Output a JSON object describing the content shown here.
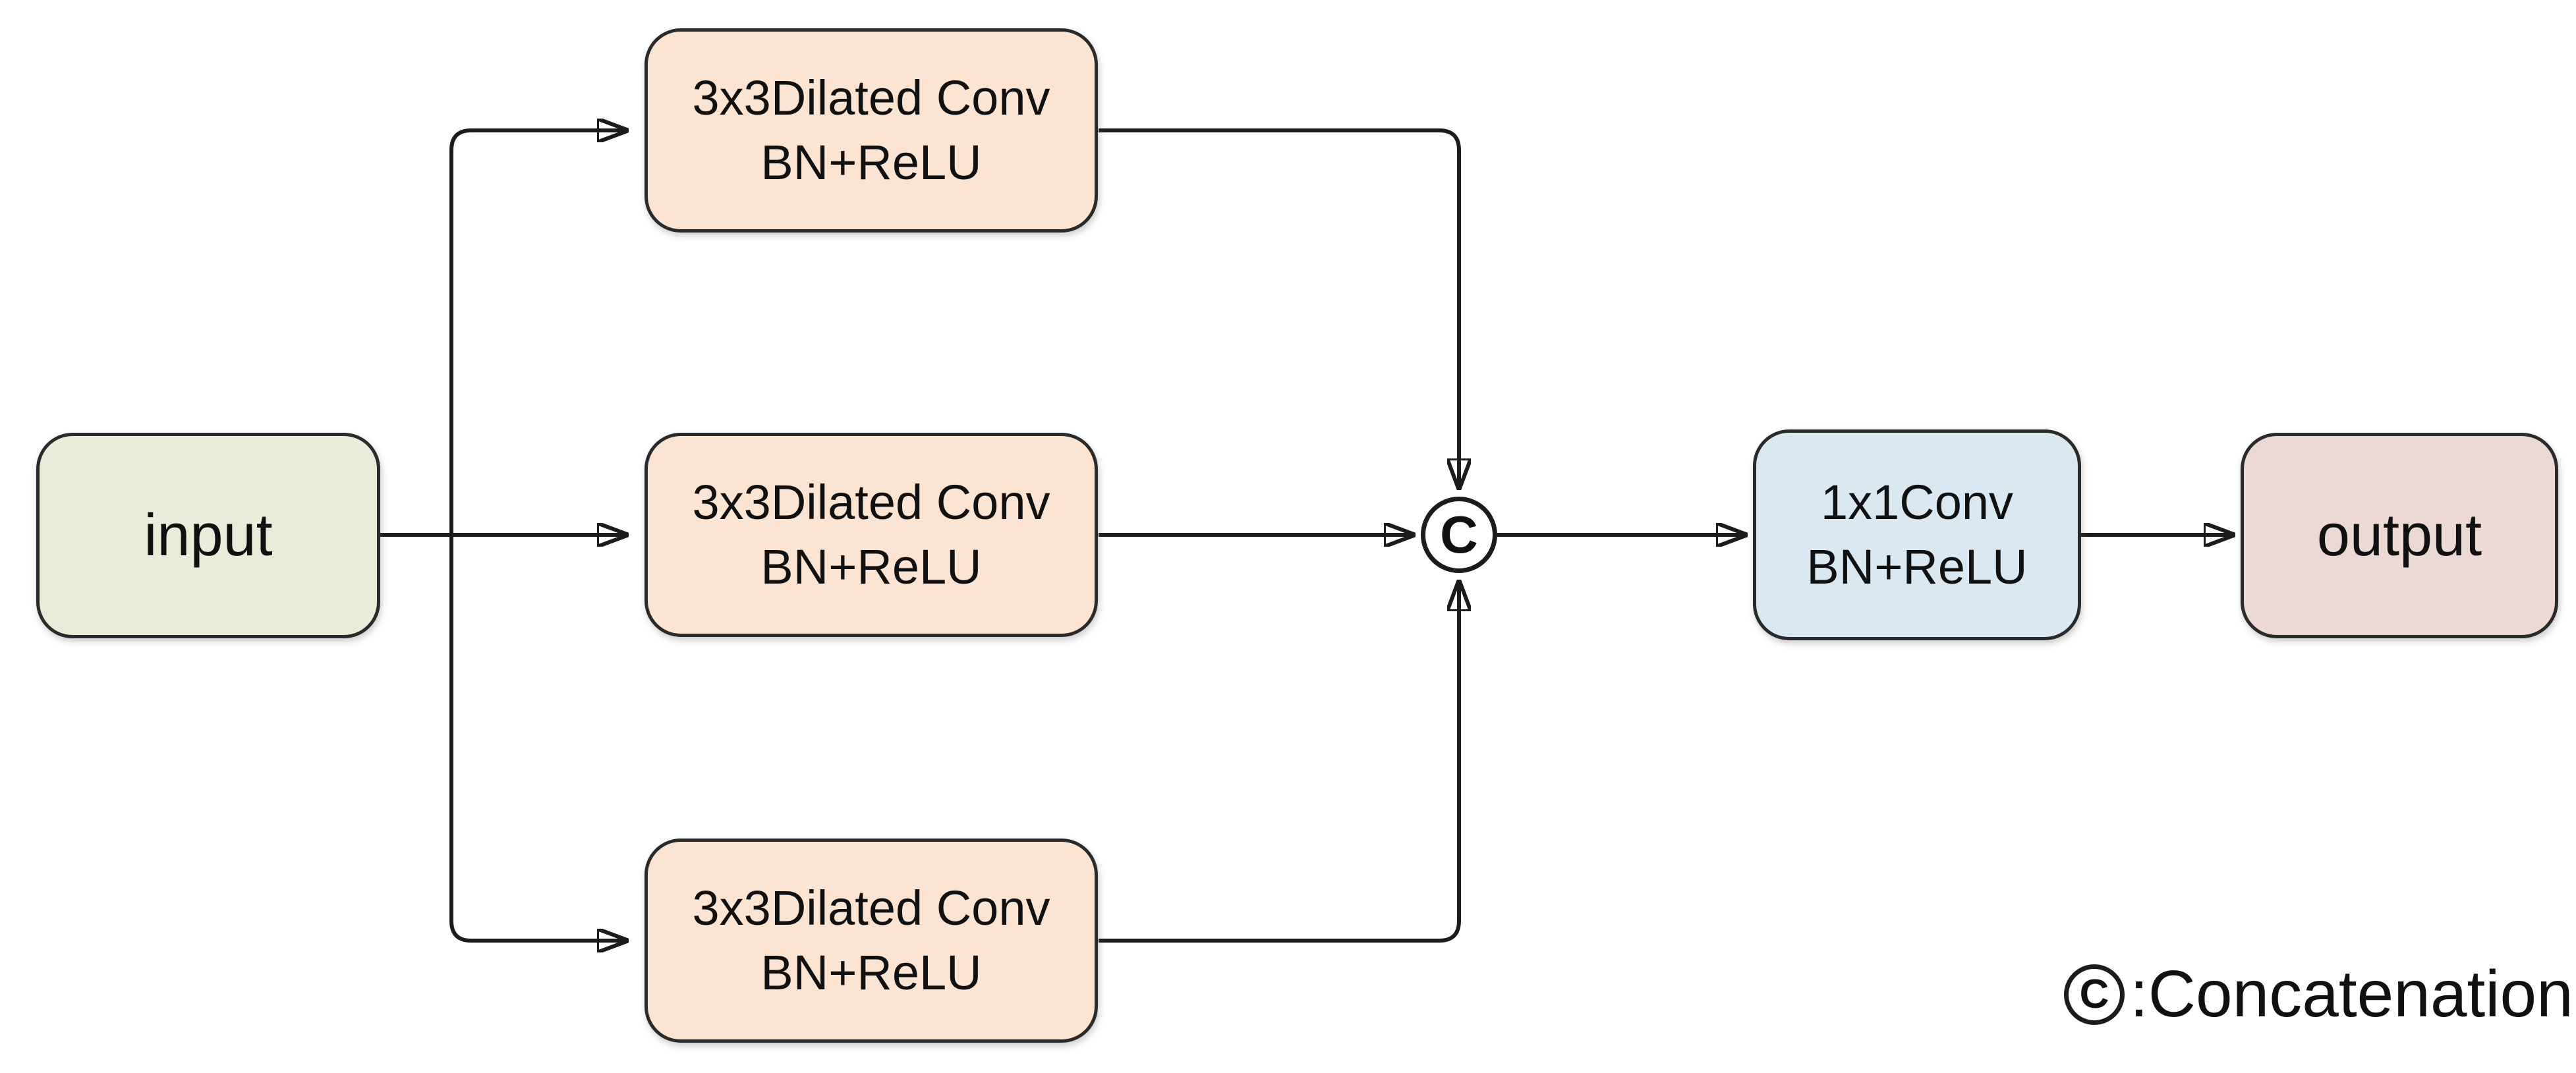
{
  "figure": {
    "kind": "neural-network block diagram",
    "description": "Multi-branch dilated convolution module with concatenation"
  },
  "nodes": {
    "input": {
      "label": "input"
    },
    "branch1": {
      "line1": "3x3Dilated Conv",
      "line2": "BN+ReLU"
    },
    "branch2": {
      "line1": "3x3Dilated Conv",
      "line2": "BN+ReLU"
    },
    "branch3": {
      "line1": "3x3Dilated Conv",
      "line2": "BN+ReLU"
    },
    "concat": {
      "symbol": "C"
    },
    "conv1x1": {
      "line1": "1x1Conv",
      "line2": "BN+ReLU"
    },
    "output": {
      "label": "output"
    }
  },
  "legend": {
    "symbol": "C",
    "text": ":Concatenation"
  },
  "colors": {
    "background": "#ffffff",
    "input_fill": "#e8edda",
    "dilated_conv_fill": "#fbe5d2",
    "conv1x1_fill": "#d9e8f1",
    "output_fill": "#ecd9d4",
    "line": "#1c1c1c",
    "border": "#2a2a2a"
  }
}
